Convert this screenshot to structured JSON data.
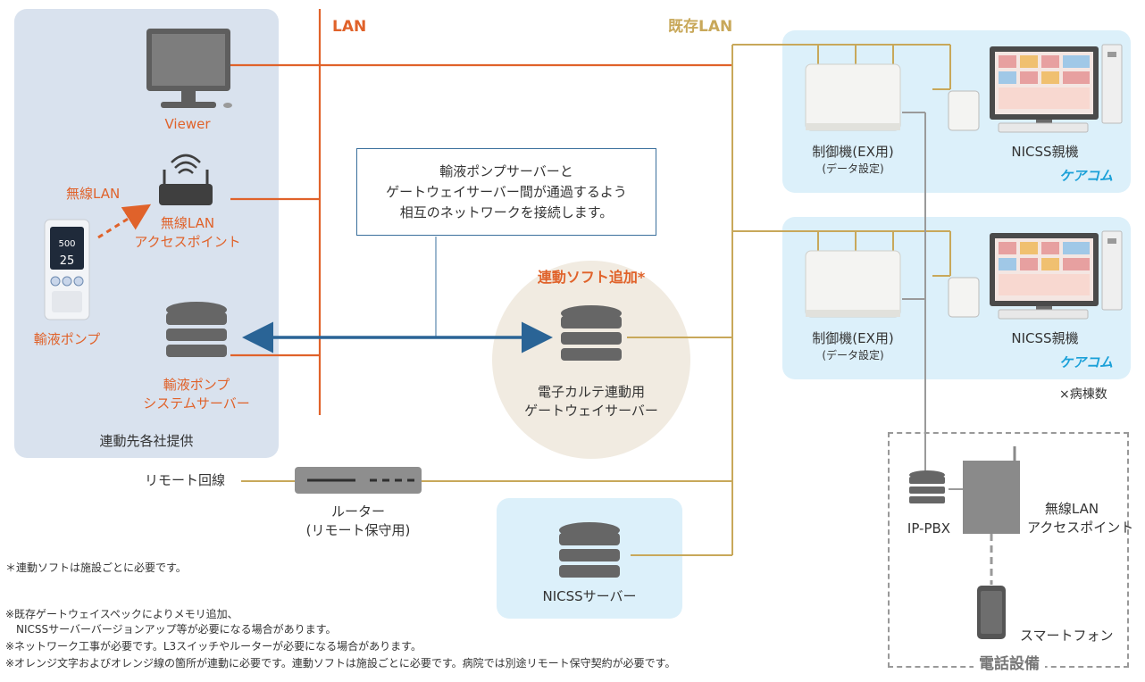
{
  "labels": {
    "lan": "LAN",
    "existing_lan": "既存LAN",
    "viewer": "Viewer",
    "wireless_lan": "無線LAN",
    "wireless_ap_1": "無線LAN",
    "wireless_ap_2": "アクセスポイント",
    "pump": "輸液ポンプ",
    "pump_server_1": "輸液ポンプ",
    "pump_server_2": "システムサーバー",
    "partner_provided": "連動先各社提供",
    "callout_1": "輸液ポンプサーバーと",
    "callout_2": "ゲートウェイサーバー間が通過するよう",
    "callout_3": "相互のネットワークを接続します。",
    "addon_software": "連動ソフト追加*",
    "gateway_1": "電子カルテ連動用",
    "gateway_2": "ゲートウェイサーバー",
    "controller_1": "制御機(EX用)",
    "controller_2": "(データ設定)",
    "nicss_parent": "NICSS親機",
    "brand": "ケアコム",
    "wards": "×病棟数",
    "remote_line": "リモート回線",
    "router_1": "ルーター",
    "router_2": "(リモート保守用)",
    "nicss_server": "NICSSサーバー",
    "ip_pbx": "IP-PBX",
    "phone_ap_1": "無線LAN",
    "phone_ap_2": "アクセスポイント",
    "smartphone": "スマートフォン",
    "phone_equipment": "電話設備"
  },
  "pump_screen": {
    "rate": "500",
    "volume": "25"
  },
  "notes": [
    "＊連動ソフトは施設ごとに必要です。",
    "※既存ゲートウェイスペックによりメモリ追加、",
    "　NICSSサーバーバージョンアップ等が必要になる場合があります。",
    "※ネットワーク工事が必要です。L3スイッチやルーターが必要になる場合があります。",
    "※オレンジ文字およびオレンジ線の箇所が連動に必要です。連動ソフトは施設ごとに必要です。病院では別途リモート保守契約が必要です。"
  ],
  "colors": {
    "orange": "#e0622a",
    "gold": "#c8a85a",
    "blue_arrow": "#2a6496",
    "panel_blue": "#d9e2ee",
    "panel_cyan": "#dcf0fa",
    "beige": "#f1ebe1",
    "brand": "#1aa0d8"
  }
}
